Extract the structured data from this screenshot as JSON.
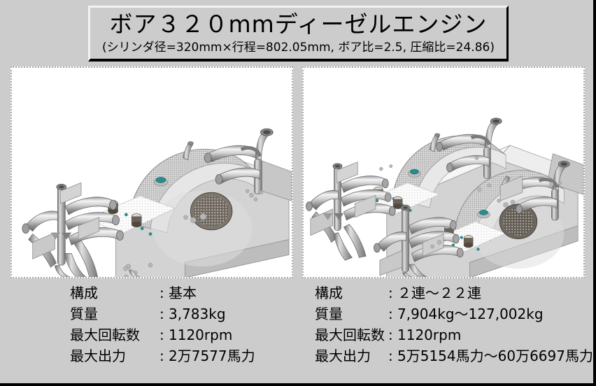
{
  "title": {
    "main": "ボア３２０mmディーゼルエンジン",
    "sub": "(シリンダ径=320mm×行程=802.05mm, ボア比=2.5, 圧縮比=24.86)"
  },
  "colors": {
    "background": "#cccccc",
    "panel_background": "#ffffff",
    "border": "#000000",
    "accent_teal": "#2a8c8c",
    "metal_light": "#e8e8e8",
    "metal_mid": "#b4b4b4",
    "metal_dark": "#8a8a8a"
  },
  "panels": [
    {
      "id": "left",
      "render_name": "engine-render-single-unit",
      "render_description": "基本構成ディーゼルエンジン3D CAD図",
      "specs": [
        {
          "label": "構成",
          "colon": ":",
          "value": "基本"
        },
        {
          "label": "質量",
          "colon": ":",
          "value": "3,783kg"
        },
        {
          "label": "最大回転数",
          "colon": ":",
          "value": "1120rpm"
        },
        {
          "label": "最大出力",
          "colon": ":",
          "value": "2万7577馬力"
        }
      ]
    },
    {
      "id": "right",
      "render_name": "engine-render-multi-unit",
      "render_description": "2連構成ディーゼルエンジン3D CAD図",
      "specs": [
        {
          "label": "構成",
          "colon": ":",
          "value": "２連～２２連"
        },
        {
          "label": "質量",
          "colon": ":",
          "value": "7,904kg～127,002kg"
        },
        {
          "label": "最大回転数",
          "colon": ":",
          "value": "1120rpm"
        },
        {
          "label": "最大出力",
          "colon": ":",
          "value": "5万5154馬力～60万6697馬力"
        }
      ]
    }
  ]
}
